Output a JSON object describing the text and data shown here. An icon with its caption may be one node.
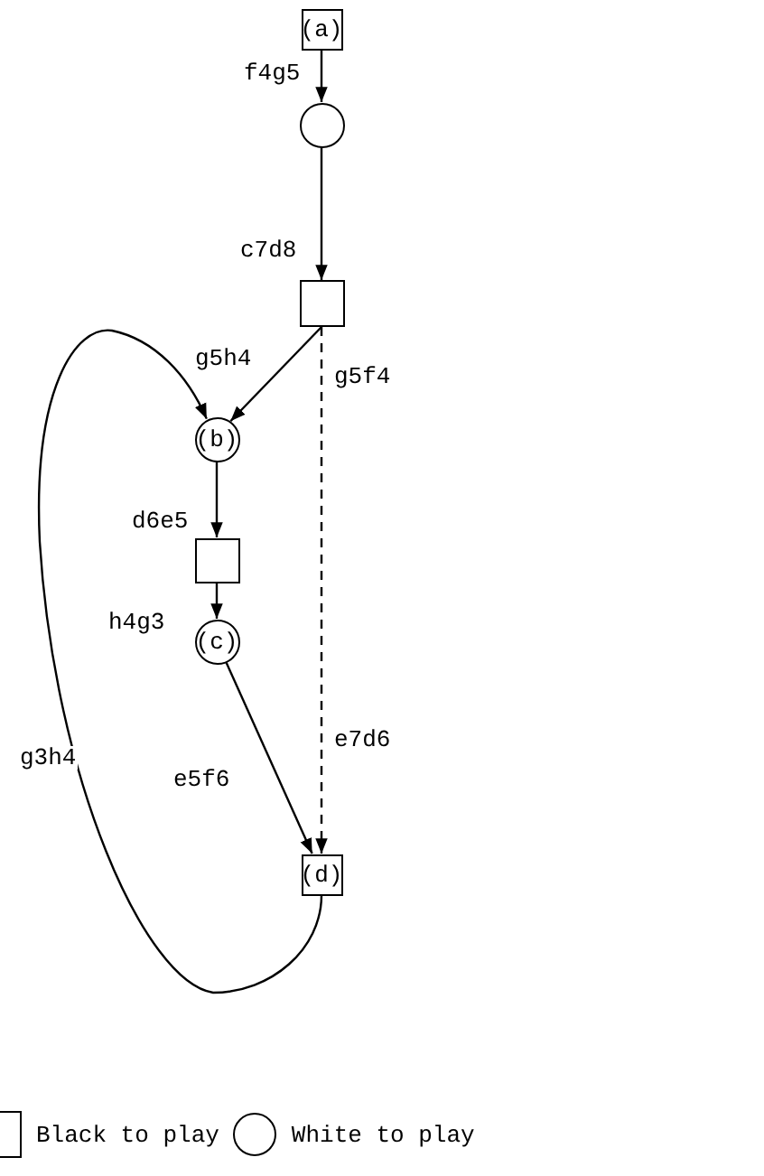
{
  "diagram": {
    "nodes": [
      {
        "text": [
          "(a)"
        ]
      },
      {
        "text": [],
        "shape": "circle"
      },
      {
        "text": [],
        "shape": "box"
      },
      {
        "text": [
          "(b)"
        ]
      },
      {
        "text": [],
        "shape": "box"
      },
      {
        "text": [
          "(c)"
        ]
      },
      {
        "text": [
          "(d)"
        ]
      }
    ],
    "edges": [
      {
        "from": 0,
        "to": 1,
        "arrow": "to",
        "label": "f4g5"
      },
      {
        "from": 1,
        "to": 2,
        "arrow": "to",
        "label": "c7d8"
      },
      {
        "from": 2,
        "to": 3,
        "arrow": "to",
        "label": "g5h4"
      },
      {
        "from": 2,
        "to": 6,
        "arrow": "to",
        "label": "g5f4",
        "style": "dashed"
      },
      {
        "from": 3,
        "to": 4,
        "arrow": "to",
        "label": "d6e5"
      },
      {
        "from": 4,
        "to": 5,
        "arrow": "to",
        "label": "h4g3"
      },
      {
        "from": 5,
        "to": 6,
        "arrow": "to",
        "label": "e5f6"
      },
      {
        "from": 6,
        "to": 3,
        "arrow": "to",
        "label": "g3h4"
      }
    ],
    "labels": [
      "e7d6"
    ],
    "legend": [
      {
        "text": "Black to play"
      },
      {
        "text": "White to play"
      }
    ]
  }
}
